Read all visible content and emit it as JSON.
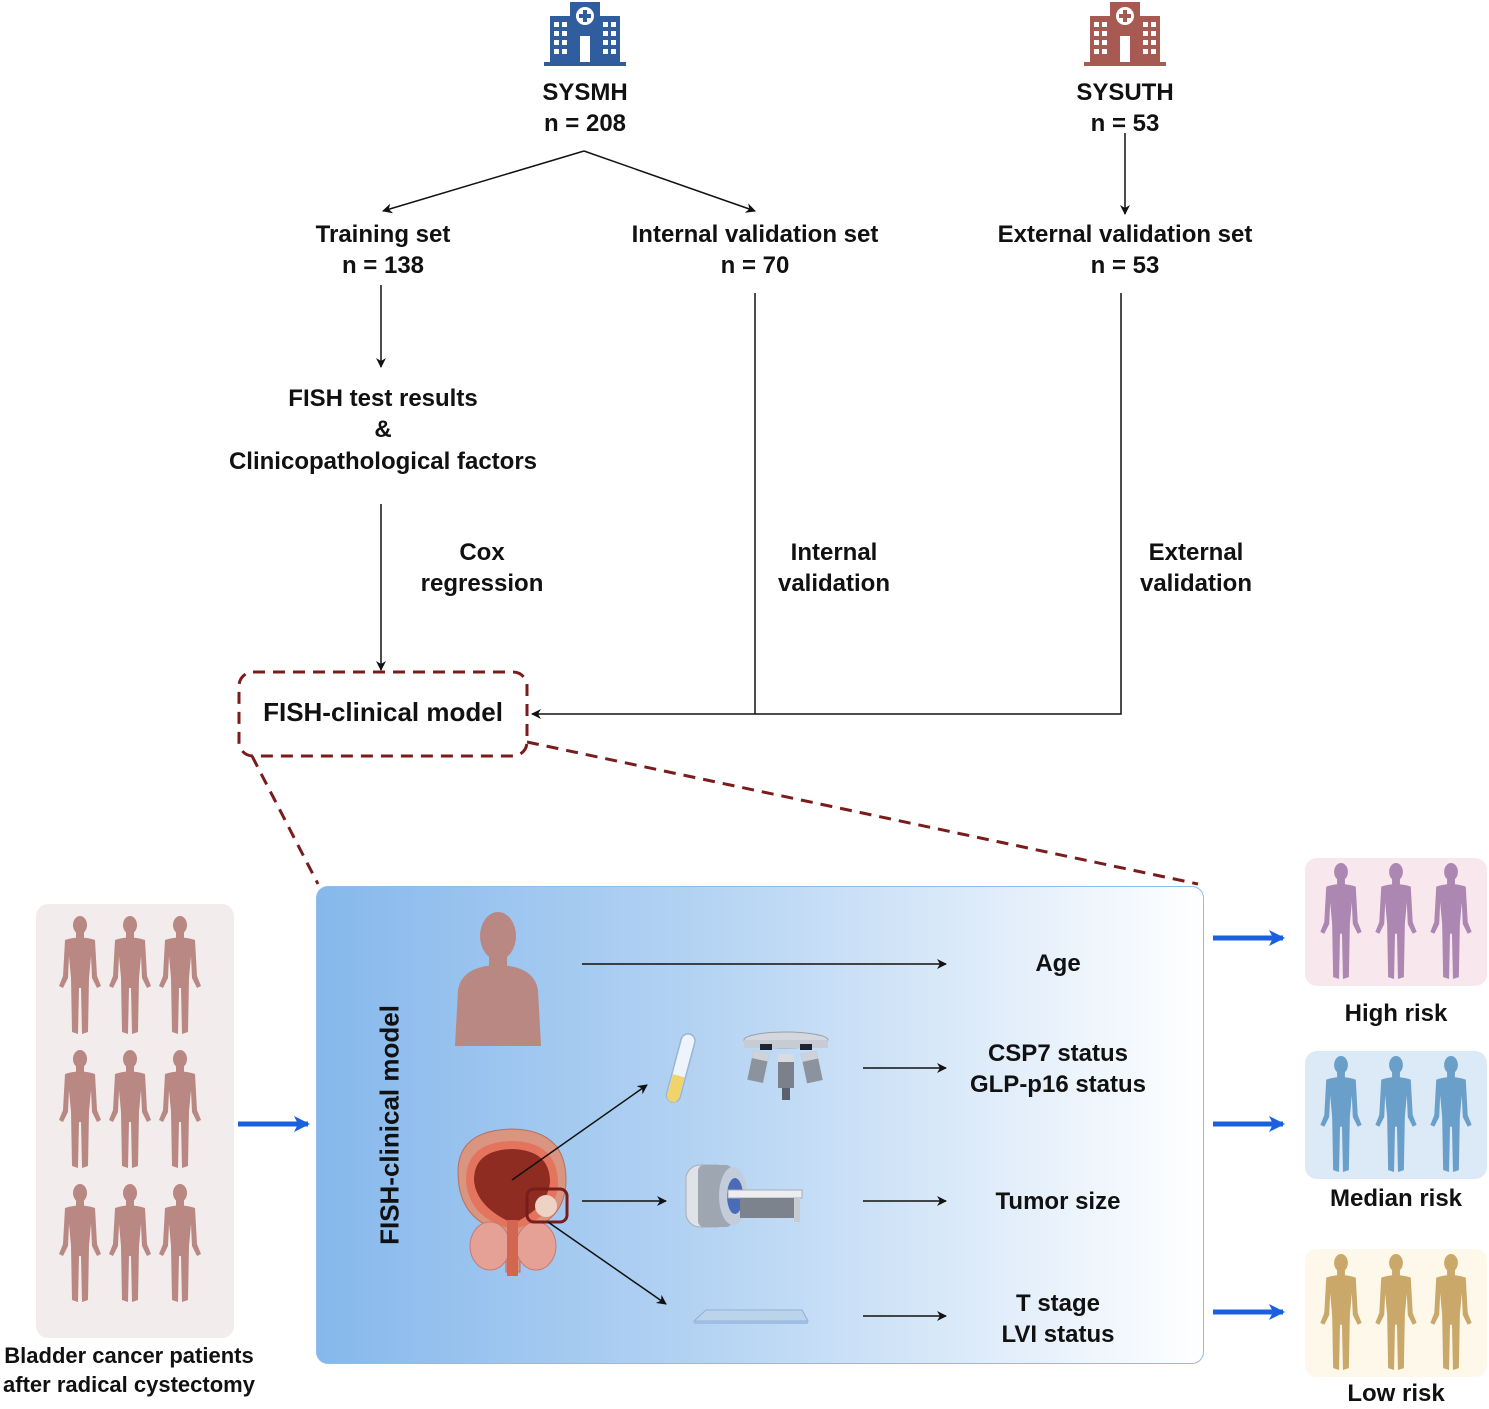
{
  "hospitals": [
    {
      "name": "SYSMH",
      "n": "n = 208",
      "icon": "hospital-icon",
      "color": "#2f5d9e"
    },
    {
      "name": "SYSUTH",
      "n": "n = 53",
      "icon": "hospital-icon",
      "color": "#a65a52"
    }
  ],
  "sets": {
    "training": {
      "title": "Training set",
      "n": "n = 138"
    },
    "internal": {
      "title": "Internal validation set",
      "n": "n = 70"
    },
    "external": {
      "title": "External validation set",
      "n": "n = 53"
    }
  },
  "factors": {
    "line1": "FISH test results",
    "line2": "&",
    "line3": "Clinicopathological factors"
  },
  "edge_labels": {
    "cox": [
      "Cox",
      "regression"
    ],
    "internal": [
      "Internal",
      "validation"
    ],
    "external": [
      "External",
      "validation"
    ]
  },
  "model_box": {
    "label": "FISH-clinical model",
    "border_color": "#7a1c1c"
  },
  "patients": {
    "caption_line1": "Bladder cancer patients",
    "caption_line2": "after radical cystectomy",
    "figure_color": "#b98883",
    "bg_color": "#f3eced"
  },
  "model_panel": {
    "vertical_label": "FISH-clinical model",
    "variables": [
      {
        "lines": [
          "Age"
        ]
      },
      {
        "lines": [
          "CSP7 status",
          "GLP-p16 status"
        ]
      },
      {
        "lines": [
          "Tumor size"
        ]
      },
      {
        "lines": [
          "T stage",
          "LVI status"
        ]
      }
    ],
    "icons": [
      "human-torso-icon",
      "bladder-icon",
      "test-tube-icon",
      "microscope-icon",
      "ct-scanner-icon",
      "glass-slide-icon"
    ]
  },
  "risk_groups": [
    {
      "label": "High risk",
      "figure_color": "#ab87b1",
      "bg_color": "#f8e7ec"
    },
    {
      "label": "Median risk",
      "figure_color": "#6a9fc9",
      "bg_color": "#dceaf8"
    },
    {
      "label": "Low risk",
      "figure_color": "#c9a86a",
      "bg_color": "#fdf8ea"
    }
  ],
  "accent_arrow_color": "#1a5fe0"
}
